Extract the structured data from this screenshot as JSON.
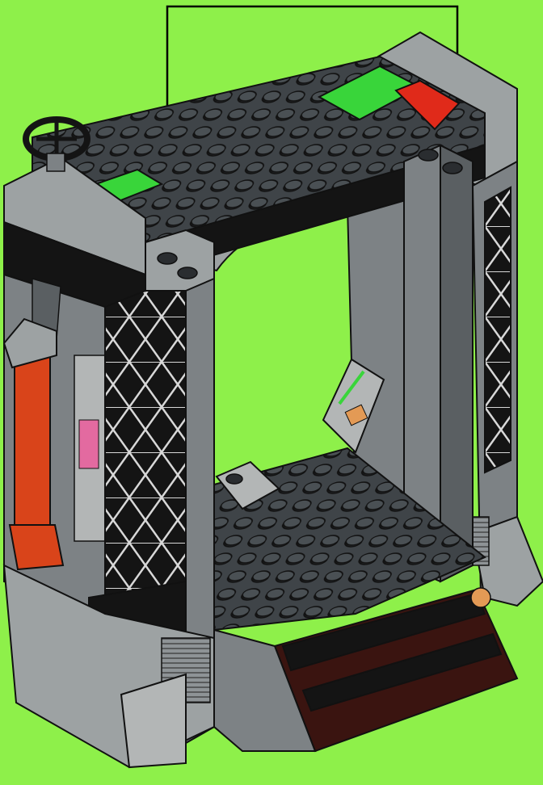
{
  "page": {
    "kind": "building-instruction-step",
    "background_color": "#8EF04A"
  },
  "palette": {
    "dark_stone": "#3f4448",
    "stud_dark": "#2a2d30",
    "light_stone": "#9da2a3",
    "mid_stone": "#7d8285",
    "black": "#141414",
    "green": "#39d53a",
    "red": "#e02a1a",
    "orange_red": "#d9441a",
    "dark_red": "#3a1410",
    "tan_orange": "#e39a55"
  },
  "callout": {
    "icon": "double-arrow-callout-icon",
    "targets": [
      "left-pillar-top-studs",
      "right-pillar-top-studs"
    ]
  },
  "model": {
    "name_icon": "lego-gate-structure-icon",
    "parts": [
      {
        "id": "top-plate",
        "color_key": "dark_stone"
      },
      {
        "id": "green-tile-left",
        "color_key": "green"
      },
      {
        "id": "green-tile-right",
        "color_key": "green"
      },
      {
        "id": "red-tile",
        "color_key": "red"
      },
      {
        "id": "left-lattice-pillar",
        "color_key": "black"
      },
      {
        "id": "right-lattice-pillar",
        "color_key": "black"
      },
      {
        "id": "left-orange-column",
        "color_key": "orange_red"
      },
      {
        "id": "steering-wheel",
        "color_key": "dark_stone"
      },
      {
        "id": "control-panel",
        "color_key": "light_stone"
      },
      {
        "id": "floor-plate",
        "color_key": "dark_stone"
      },
      {
        "id": "conveyor-base",
        "color_key": "dark_red"
      }
    ]
  }
}
